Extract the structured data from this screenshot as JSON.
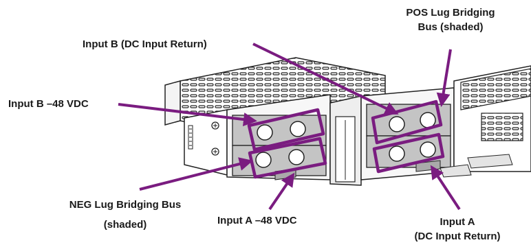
{
  "labels": {
    "pos_bus_line1": "POS Lug Bridging",
    "pos_bus_line2": "Bus (shaded)",
    "input_b_return": "Input B (DC Input Return)",
    "input_b_neg": "Input B –48 VDC",
    "neg_bus_line1": "NEG Lug Bridging Bus",
    "neg_bus_line2": "(shaded)",
    "input_a_neg": "Input A –48 VDC",
    "input_a_return_line1": "Input A",
    "input_a_return_line2": "(DC Input Return)"
  },
  "colors": {
    "callout": "#7a1c80",
    "text": "#1a1a1a",
    "hardware_stroke": "#222222",
    "hardware_shade": "#b8b8b8"
  }
}
